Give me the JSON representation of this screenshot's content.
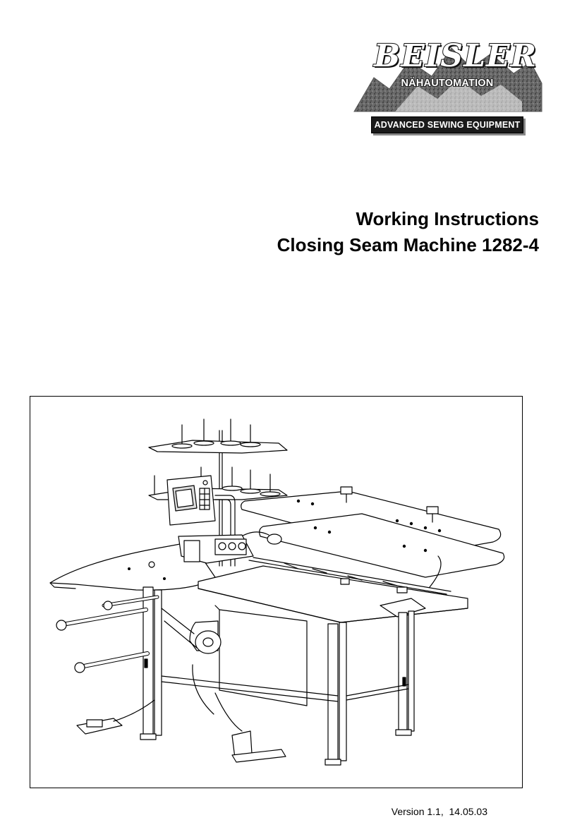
{
  "logo": {
    "brand": "BEISLER",
    "subtitle": "NÄHAUTOMATION",
    "tagline": "ADVANCED SEWING EQUIPMENT"
  },
  "title": {
    "line1": "Working Instructions",
    "line2": "Closing Seam Machine 1282-4"
  },
  "footer": {
    "version": "Version 1.1,",
    "date": "14.05.03"
  }
}
